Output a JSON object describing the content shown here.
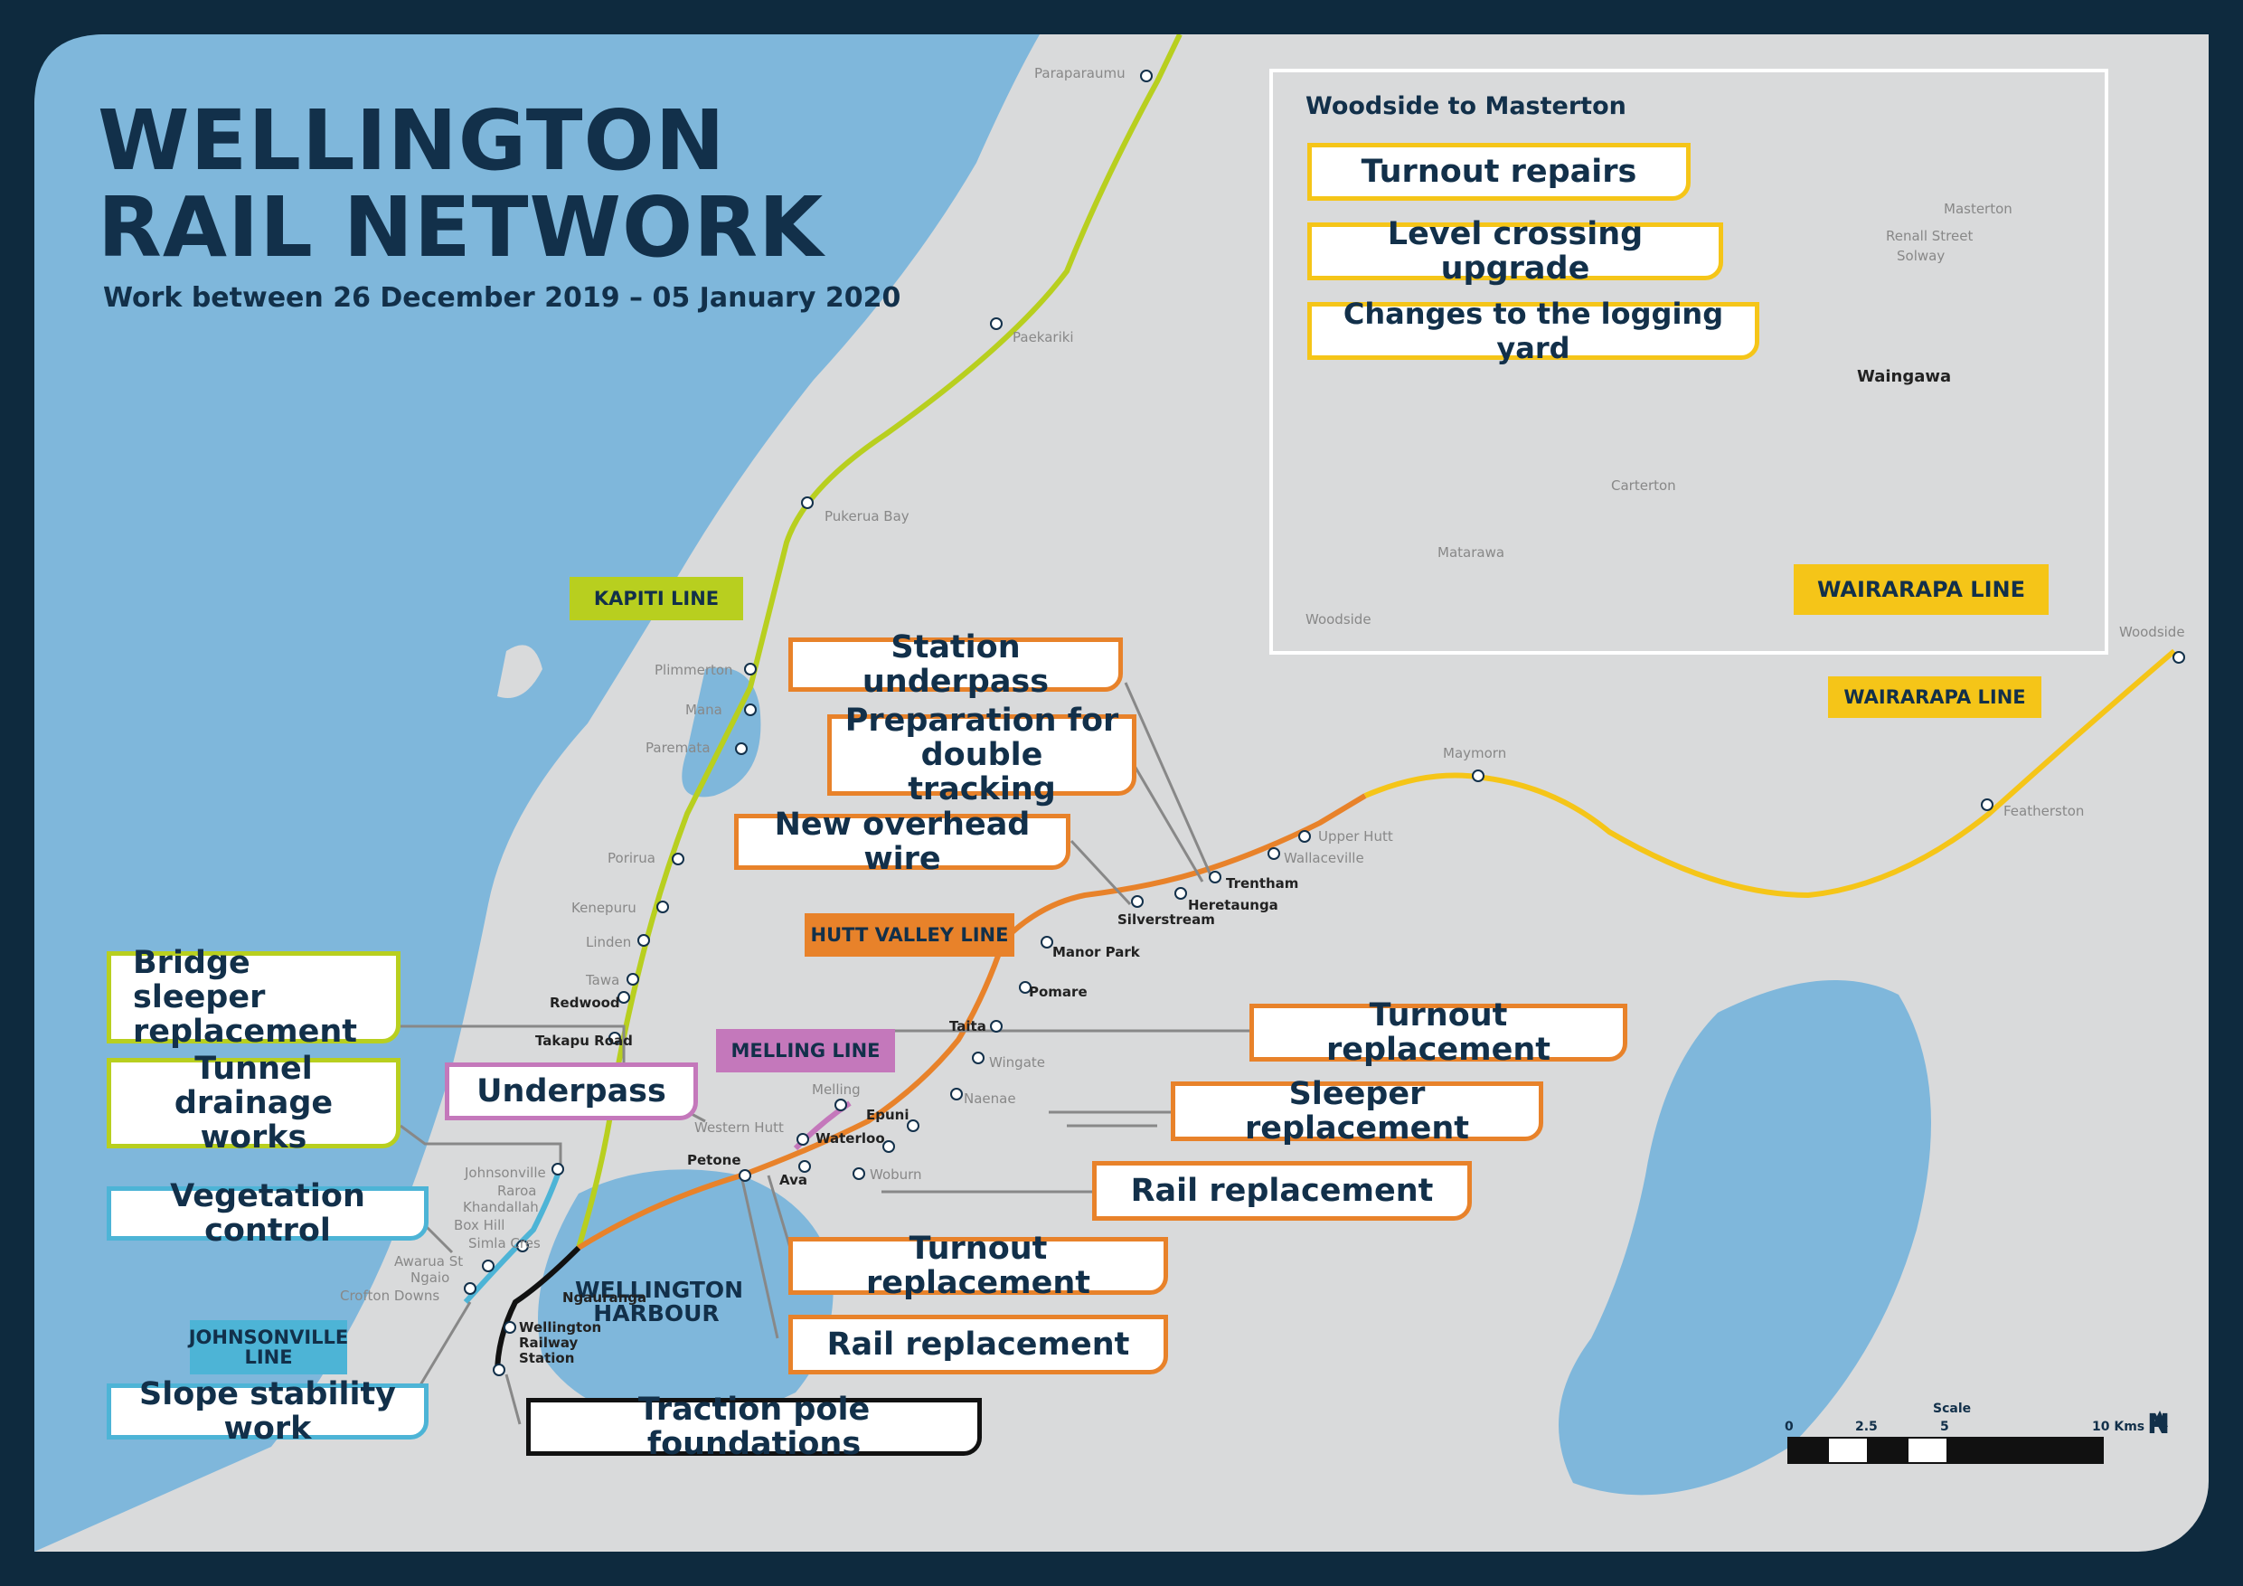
{
  "title": {
    "line1": "WELLINGTON",
    "line2": "RAIL NETWORK",
    "subtitle": "Work between 26 December 2019 – 05 January 2020"
  },
  "colors": {
    "background": "#0e2a3e",
    "water": "#7fb7db",
    "land": "#d9dadb",
    "kapiti": "#b8cf1f",
    "hutt": "#e8822a",
    "wairarapa": "#f5c518",
    "melling": "#c478bb",
    "johnsonville": "#4db4d6",
    "text": "#12304a"
  },
  "lines": {
    "kapiti": "KAPITI LINE",
    "hutt_valley": "HUTT VALLEY LINE",
    "melling": "MELLING LINE",
    "johnsonville": "JOHNSONVILLE LINE",
    "wairarapa": "WAIRARAPA LINE",
    "wairarapa_inset": "WAIRARAPA LINE"
  },
  "harbour_label": "WELLINGTON HARBOUR",
  "callouts": {
    "station_underpass": "Station underpass",
    "double_tracking": "Preparation for double tracking",
    "overhead_wire": "New overhead wire",
    "bridge_sleeper": "Bridge sleeper replacement",
    "tunnel_drainage": "Tunnel drainage works",
    "underpass": "Underpass",
    "turnout_replacement_hutt": "Turnout replacement",
    "sleeper_replacement": "Sleeper replacement",
    "rail_replacement_hutt": "Rail replacement",
    "vegetation_control": "Vegetation control",
    "turnout_replacement_petone": "Turnout replacement",
    "rail_replacement_petone": "Rail replacement",
    "slope_stability": "Slope stability work",
    "traction_pole": "Traction pole foundations"
  },
  "inset": {
    "title": "Woodside to Masterton",
    "callouts": {
      "turnout_repairs": "Turnout repairs",
      "level_crossing": "Level crossing upgrade",
      "logging_yard": "Changes to the logging yard"
    },
    "places": {
      "masterton": "Masterton",
      "renall": "Renall Street",
      "solway": "Solway",
      "waingawa": "Waingawa",
      "carterton": "Carterton",
      "matarawa": "Matarawa",
      "woodside": "Woodside"
    }
  },
  "places": {
    "paraparaumu": "Paraparaumu",
    "paekariki": "Paekariki",
    "pukerua_bay": "Pukerua Bay",
    "plimmerton": "Plimmerton",
    "mana": "Mana",
    "paremata": "Paremata",
    "porirua": "Porirua",
    "kenepuru": "Kenepuru",
    "linden": "Linden",
    "tawa": "Tawa",
    "redwood": "Redwood",
    "takapu_road": "Takapu Road",
    "johnsonville": "Johnsonville",
    "raroa": "Raroa",
    "khandallah": "Khandallah",
    "box_hill": "Box Hill",
    "simla_cres": "Simla Cres",
    "awarua_st": "Awarua St",
    "ngaio": "Ngaio",
    "crofton_downs": "Crofton Downs",
    "ngauranga": "Ngauranga",
    "wellington_station": "Wellington Railway Station",
    "petone": "Petone",
    "western_hutt": "Western Hutt",
    "melling": "Melling",
    "ava": "Ava",
    "woburn": "Woburn",
    "waterloo": "Waterloo",
    "epuni": "Epuni",
    "naenae": "Naenae",
    "wingate": "Wingate",
    "taita": "Taita",
    "pomare": "Pomare",
    "manor_park": "Manor Park",
    "silverstream": "Silverstream",
    "heretaunga": "Heretaunga",
    "trentham": "Trentham",
    "wallaceville": "Wallaceville",
    "upper_hutt": "Upper Hutt",
    "maymorn": "Maymorn",
    "featherston": "Featherston",
    "woodside": "Woodside"
  },
  "scale": {
    "label": "Scale",
    "ticks": [
      "0",
      "2.5",
      "5",
      "10 Kms"
    ],
    "north": "N"
  }
}
